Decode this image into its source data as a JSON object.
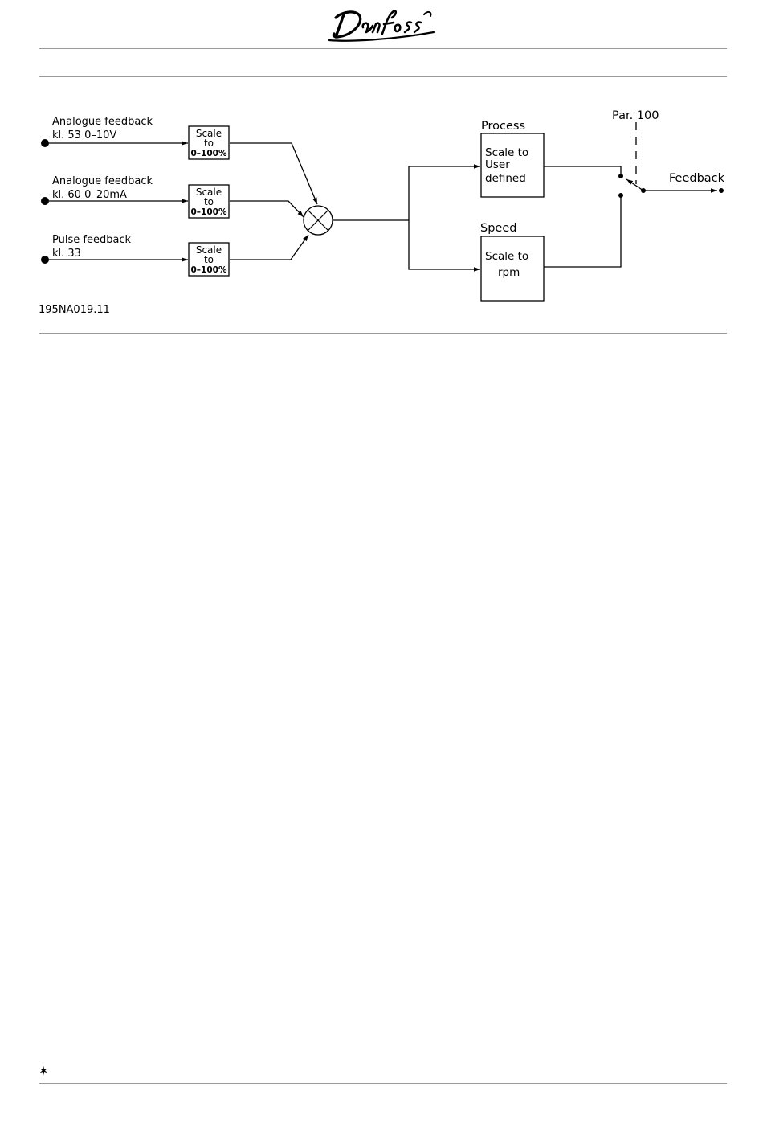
{
  "header": {
    "brand": "Danfoss"
  },
  "diagram": {
    "inputs": [
      {
        "line1": "Analogue feedback",
        "line2": "kl. 53 0–10V"
      },
      {
        "line1": "Analogue feedback",
        "line2": "kl. 60 0–20mA"
      },
      {
        "line1": "Pulse feedback",
        "line2": "kl. 33"
      }
    ],
    "scale_block": {
      "line1": "Scale",
      "line2": "to",
      "line3": "0–100%"
    },
    "process": {
      "title": "Process",
      "line1": "Scale to",
      "line2": "User",
      "line3": "defined"
    },
    "speed": {
      "title": "Speed",
      "line1": "Scale to",
      "line2": "rpm"
    },
    "switch_param": "Par. 100",
    "output_label": "Feedback",
    "figure_code": "195NA019.11"
  },
  "footer": {
    "symbol": "✶"
  }
}
